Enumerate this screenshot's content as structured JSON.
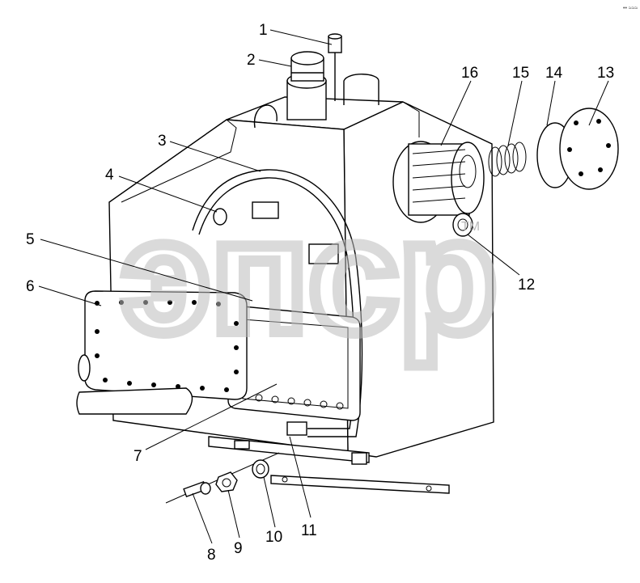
{
  "watermark": {
    "text": "эпср",
    "tm": "TM"
  },
  "corner_mark": "•• ≈≈≈",
  "callouts": [
    {
      "id": "c1",
      "label": "1"
    },
    {
      "id": "c2",
      "label": "2"
    },
    {
      "id": "c3",
      "label": "3"
    },
    {
      "id": "c4",
      "label": "4"
    },
    {
      "id": "c5",
      "label": "5"
    },
    {
      "id": "c6",
      "label": "6"
    },
    {
      "id": "c7",
      "label": "7"
    },
    {
      "id": "c8",
      "label": "8"
    },
    {
      "id": "c9",
      "label": "9"
    },
    {
      "id": "c10",
      "label": "10"
    },
    {
      "id": "c11",
      "label": "11"
    },
    {
      "id": "c12",
      "label": "12"
    },
    {
      "id": "c13",
      "label": "13"
    },
    {
      "id": "c14",
      "label": "14"
    },
    {
      "id": "c15",
      "label": "15"
    },
    {
      "id": "c16",
      "label": "16"
    }
  ]
}
